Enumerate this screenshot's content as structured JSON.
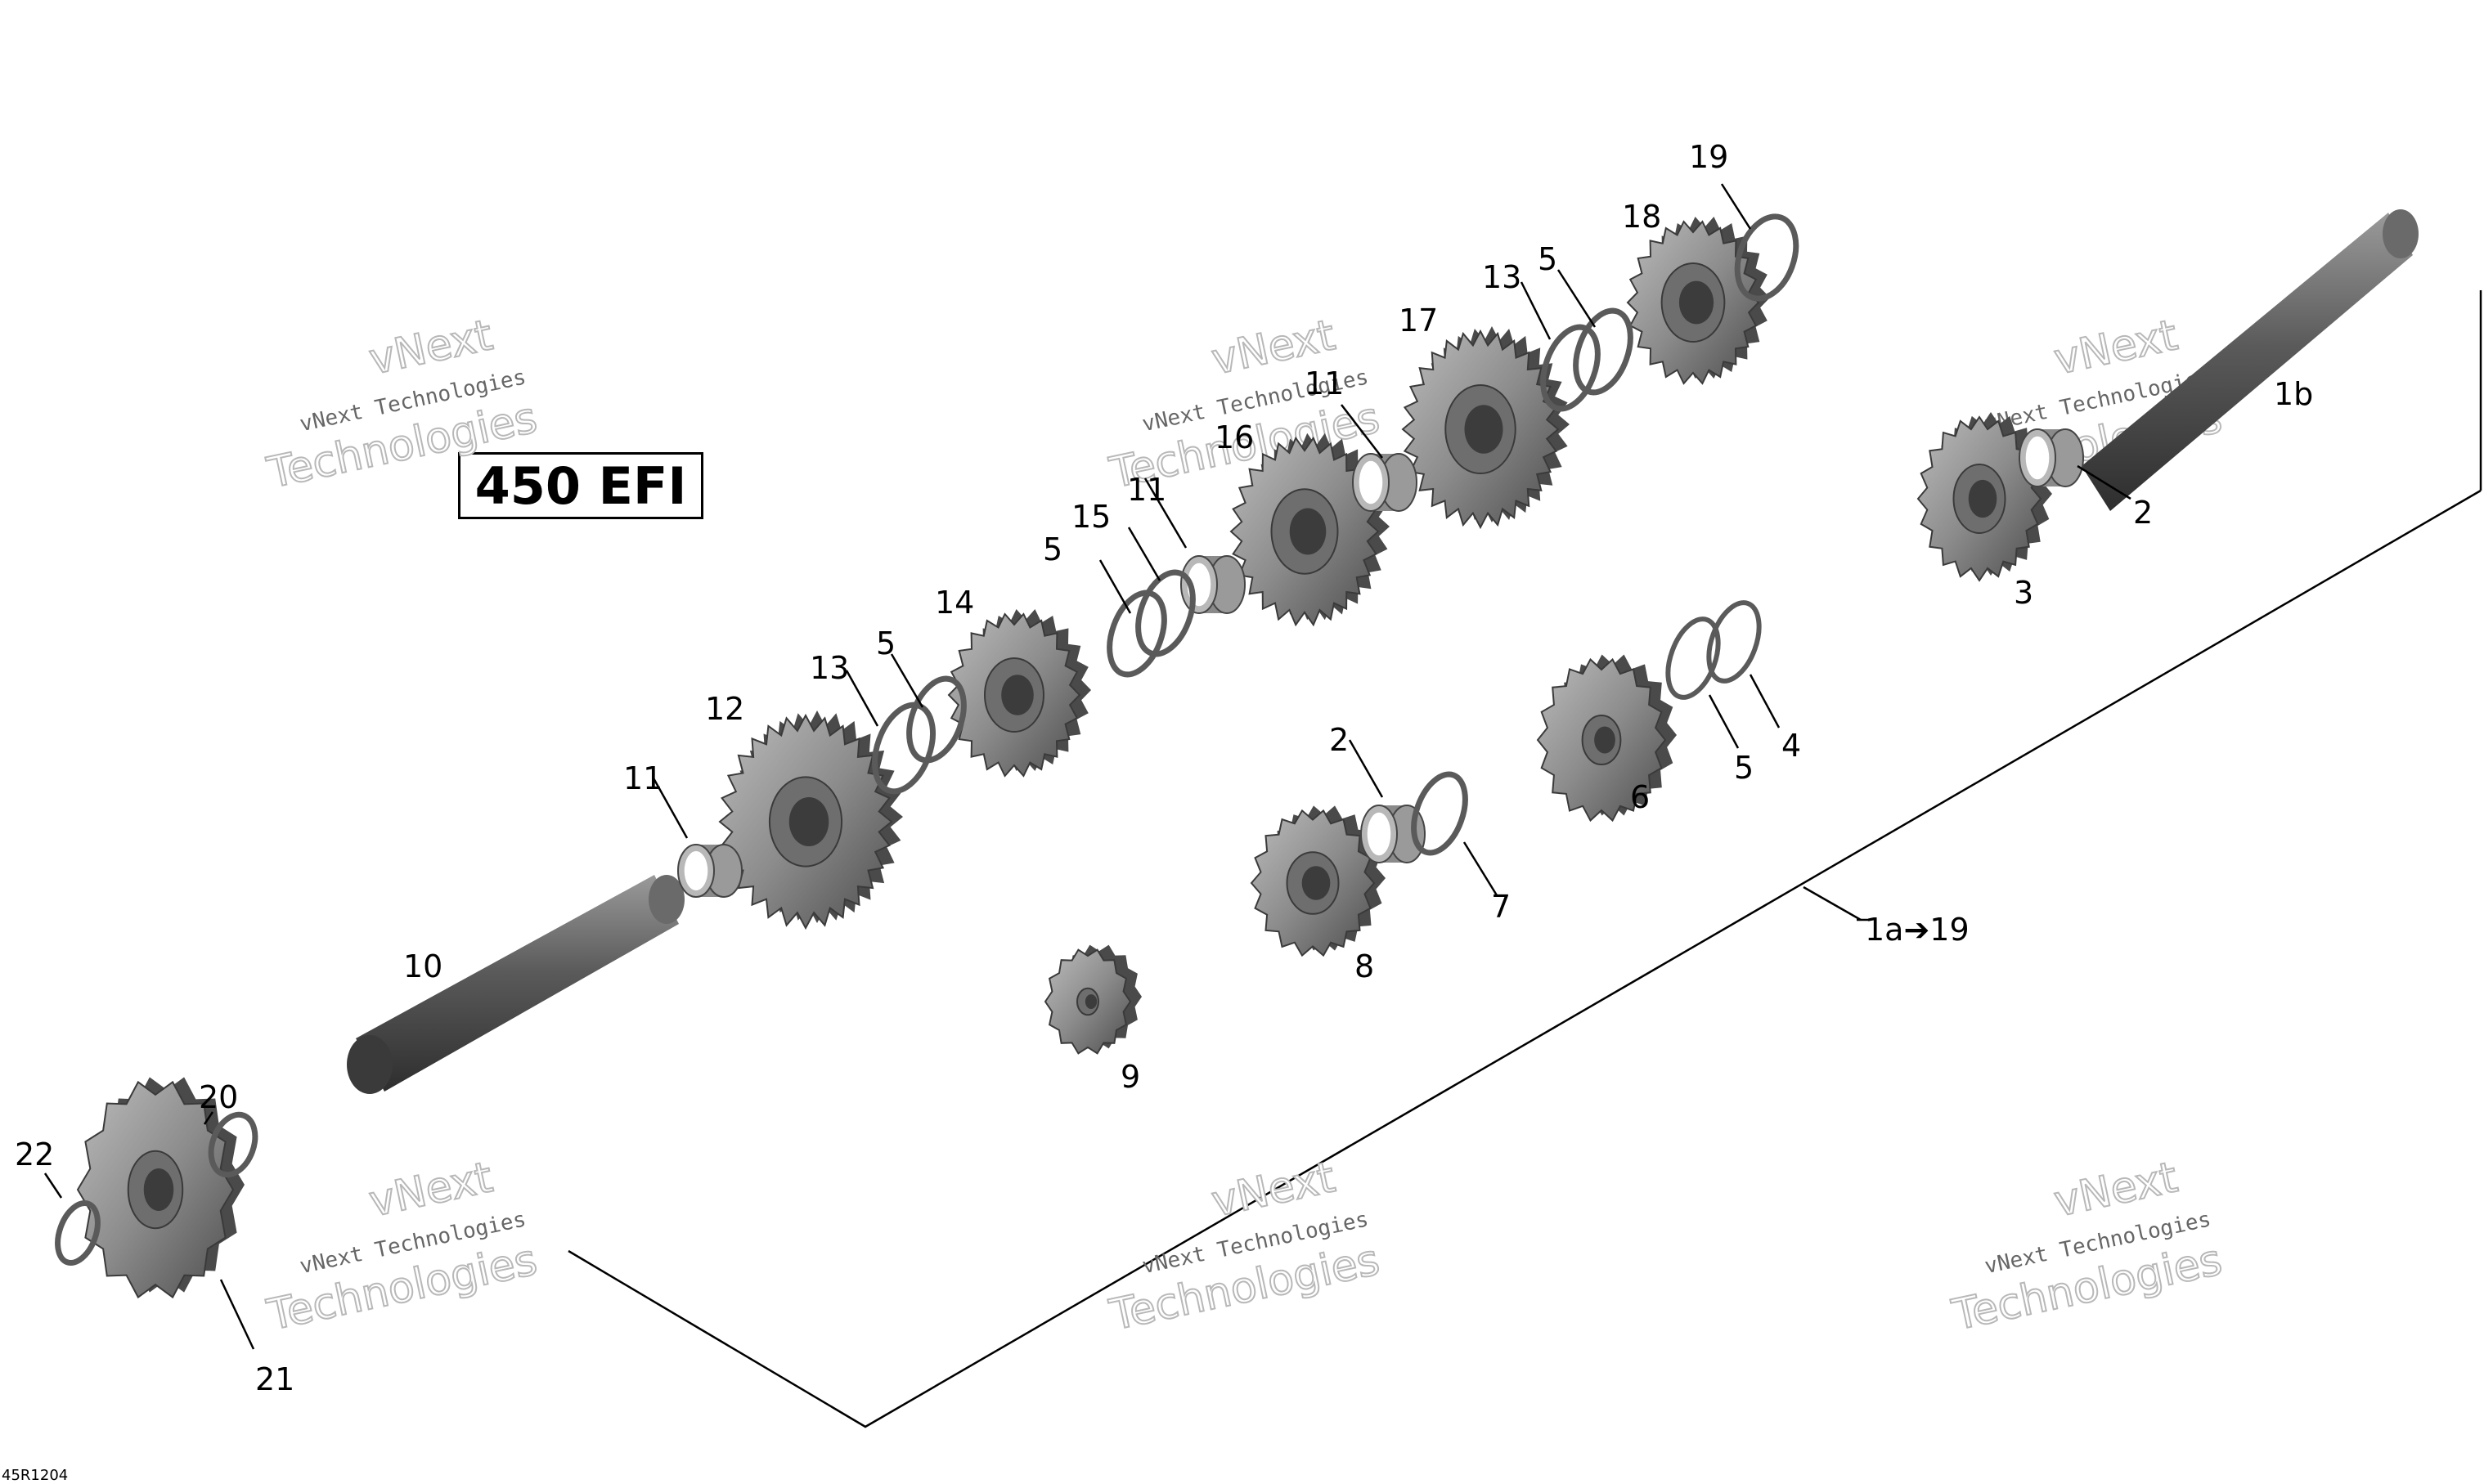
{
  "model_label": "450 EFI",
  "reference": "45R1204",
  "watermark": {
    "line1": "vNext Technologies",
    "big1": "vNext",
    "big2": "Technologies"
  },
  "callouts": {
    "p1a19": "1a➔19",
    "p1b": "1b",
    "p2a": "2",
    "p2b": "2",
    "p3": "3",
    "p4": "4",
    "p5a": "5",
    "p5b": "5",
    "p5c": "5",
    "p5d": "5",
    "p6": "6",
    "p7": "7",
    "p8": "8",
    "p9": "9",
    "p10": "10",
    "p11a": "11",
    "p11b": "11",
    "p11c": "11",
    "p12": "12",
    "p13a": "13",
    "p13b": "13",
    "p14": "14",
    "p15": "15",
    "p16": "16",
    "p17": "17",
    "p18": "18",
    "p19": "19",
    "p20": "20",
    "p21": "21",
    "p22": "22"
  },
  "colors": {
    "metal_dark": "#5a5a5a",
    "metal_mid": "#8c8c8c",
    "metal_light": "#b8b8b8",
    "line": "#000000"
  }
}
